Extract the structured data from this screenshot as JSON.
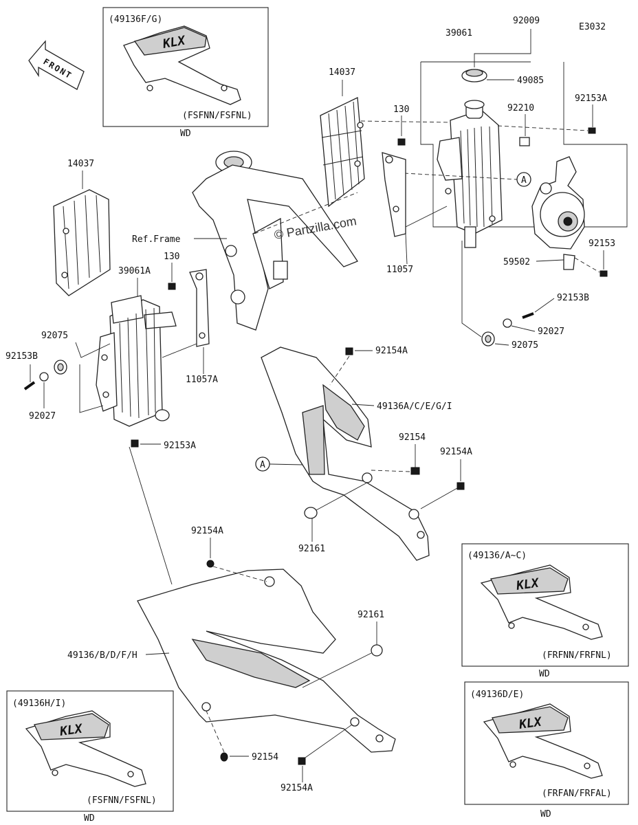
{
  "diagram_code": "E3032",
  "watermark": "© Partzilla.com",
  "front_arrow_label": "FRONT",
  "ref_frame_label": "Ref.Frame",
  "callouts": {
    "p39061": "39061",
    "p92009": "92009",
    "p49085": "49085",
    "p92153A_top": "92153A",
    "p14037_top": "14037",
    "p130_top": "130",
    "p92210": "92210",
    "circleA_top": "A",
    "p92153_right": "92153",
    "p59502": "59502",
    "p11057": "11057",
    "p92153B_right": "92153B",
    "p92027_right": "92027",
    "p92075_right": "92075",
    "p14037_left": "14037",
    "p130_left": "130",
    "p39061A": "39061A",
    "p92075_left": "92075",
    "p92153B_left": "92153B",
    "p92027_left": "92027",
    "p11057A": "11057A",
    "p92153A_left": "92153A",
    "p92154A_a": "92154A",
    "p49136ACEGI": "49136A/C/E/G/I",
    "p92154_mid": "92154",
    "p92154A_b": "92154A",
    "circleA_mid": "A",
    "p92161_mid": "92161",
    "p92154A_c": "92154A",
    "p92161_low": "92161",
    "p49136BDFH": "49136/B/D/F/H",
    "p92154_low": "92154",
    "p92154A_d": "92154A"
  },
  "insets": {
    "topleft": {
      "code": "(49136F/G)",
      "variant": "(FSFNN/FSFNL)",
      "wd": "WD"
    },
    "right1": {
      "code": "(49136/A~C)",
      "variant": "(FRFNN/FRFNL)",
      "wd": "WD"
    },
    "right2": {
      "code": "(49136D/E)",
      "variant": "(FRFAN/FRFAL)",
      "wd": "WD"
    },
    "bottomleft": {
      "code": "(49136H/I)",
      "variant": "(FSFNN/FSFNL)",
      "wd": "WD"
    }
  },
  "shroud_logo": "KLX"
}
